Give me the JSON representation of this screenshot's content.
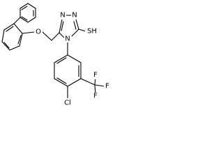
{
  "labels": {
    "oxygen": "O",
    "nitrogen_1": "N",
    "nitrogen_2": "N",
    "nitrogen_4": "N",
    "thiol": "SH",
    "chlorine": "Cl",
    "fluorine_top": "F",
    "fluorine_right": "F",
    "fluorine_bottom": "F"
  }
}
